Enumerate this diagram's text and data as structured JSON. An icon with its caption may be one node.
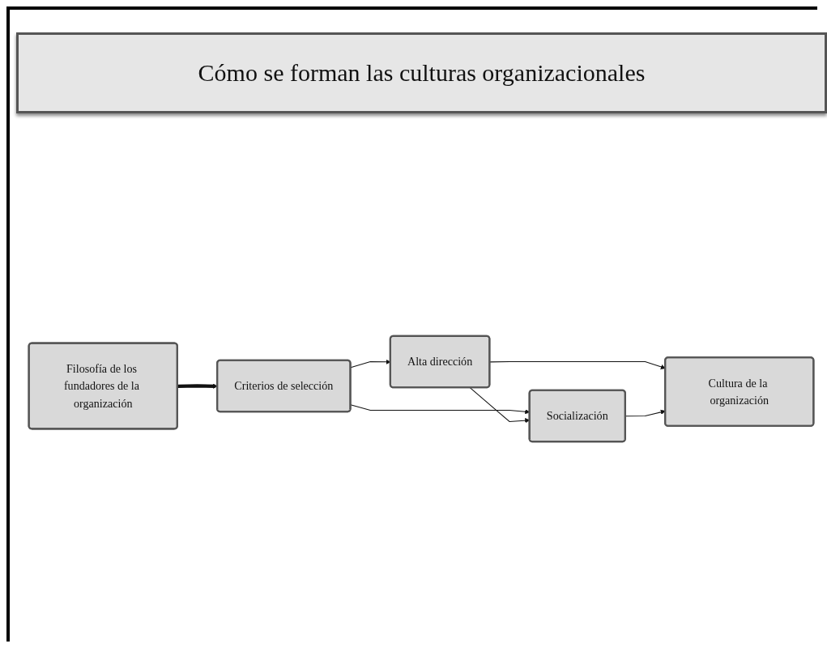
{
  "diagram": {
    "title": "Cómo se forman las culturas organizacionales",
    "nodes": [
      {
        "text": [
          "Filosofía de los fundadores de la organización"
        ]
      },
      {
        "text": [
          "Criterios de selección"
        ]
      },
      {
        "text": [
          "Alta dirección"
        ]
      },
      {
        "text": [
          "Socialización"
        ]
      },
      {
        "text": [
          "Cultura de la organización"
        ]
      }
    ],
    "edges": [
      {
        "from": 0,
        "to": 1,
        "arrow": "to",
        "style": "thick"
      },
      {
        "from": 1,
        "to": 2,
        "arrow": "to"
      },
      {
        "from": 1,
        "to": 3,
        "arrow": "to"
      },
      {
        "from": 2,
        "to": 3,
        "arrow": "to"
      },
      {
        "from": 2,
        "to": 4,
        "arrow": "to"
      },
      {
        "from": 3,
        "to": 4,
        "arrow": "to"
      }
    ]
  }
}
